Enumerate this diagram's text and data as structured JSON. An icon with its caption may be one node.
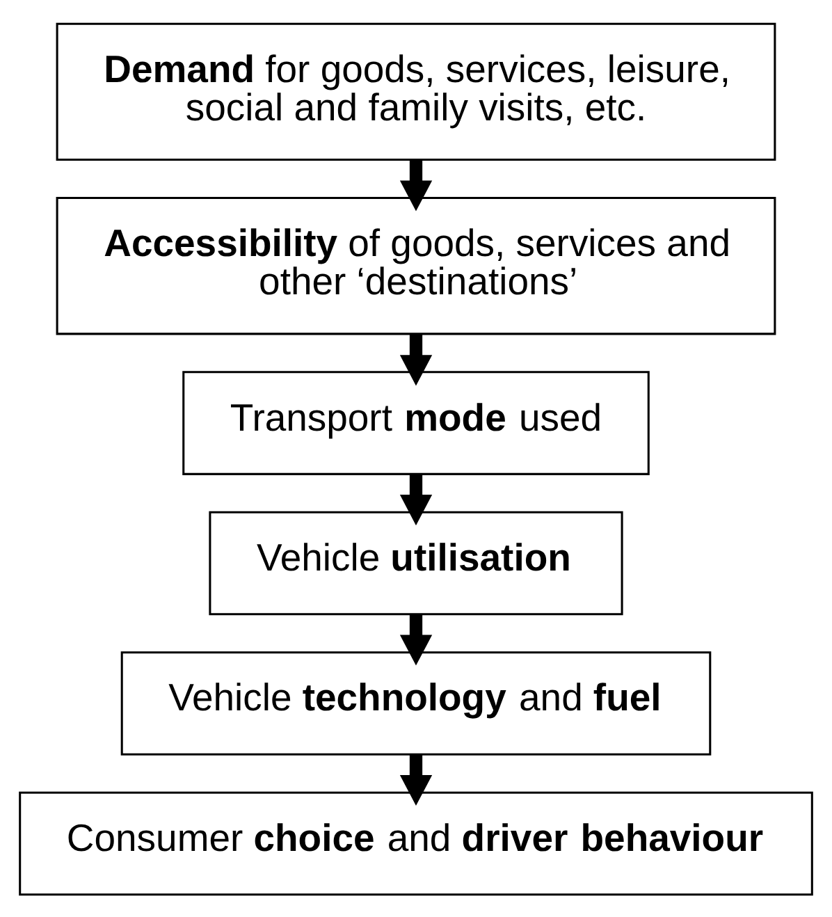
{
  "diagram": {
    "nodes": [
      {
        "text": [
          "**Demand** for goods, services, leisure, social and family visits, etc."
        ]
      },
      {
        "text": [
          "**Accessibility** of goods, services and other ‘destinations’"
        ]
      },
      {
        "text": [
          "Transport **mode** used"
        ]
      },
      {
        "text": [
          "Vehicle **utilisation**"
        ]
      },
      {
        "text": [
          "Vehicle **technology** and **fuel**"
        ]
      },
      {
        "text": [
          "Consumer **choice** and **driver behaviour**"
        ]
      }
    ],
    "edges": [
      {
        "from": 0,
        "to": 1,
        "arrow": "to"
      },
      {
        "from": 1,
        "to": 2,
        "arrow": "to"
      },
      {
        "from": 2,
        "to": 3,
        "arrow": "to"
      },
      {
        "from": 3,
        "to": 4,
        "arrow": "to"
      },
      {
        "from": 4,
        "to": 5,
        "arrow": "to"
      }
    ]
  }
}
